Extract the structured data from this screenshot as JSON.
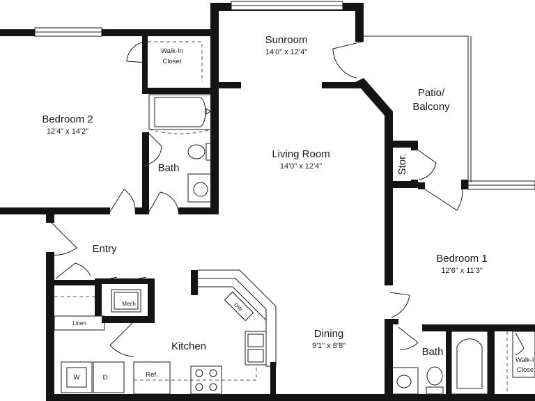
{
  "rooms": {
    "sunroom": {
      "name": "Sunroom",
      "dims": "14'0\" x 12'4\""
    },
    "living_room": {
      "name": "Living Room",
      "dims": "14'0\" x 12'4\""
    },
    "bedroom2": {
      "name": "Bedroom 2",
      "dims": "12'4\" x 14'2\""
    },
    "bedroom1": {
      "name": "Bedroom 1",
      "dims": "12'6\" x 11'3\""
    },
    "patio": {
      "line1": "Patio/",
      "line2": "Balcony"
    },
    "dining": {
      "name": "Dining",
      "dims": "9'1\" x 8'8\""
    },
    "walkin_closet_top": {
      "line1": "Walk-In",
      "line2": "Closet"
    },
    "walkin_closet_right": {
      "line1": "Walk-I",
      "line2": "Close"
    },
    "bath_left": "Bath",
    "bath_right": "Bath",
    "entry": "Entry",
    "kitchen": "Kitchen",
    "storage": "Stor.",
    "mech": "Mech",
    "linen": "Linen",
    "washer": "W",
    "dryer": "D",
    "refrigerator": "Ref.",
    "dishwasher": "DW"
  },
  "colors": {
    "wall": "#141414",
    "fixture_line": "#1a1a1a",
    "background": "#ffffff"
  }
}
